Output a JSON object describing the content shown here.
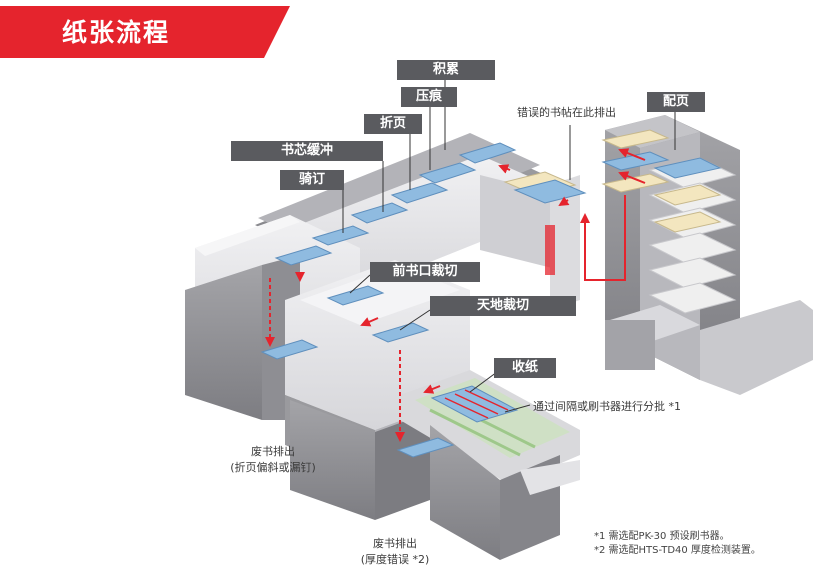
{
  "title": "纸张流程",
  "stages": {
    "stacking": "积累",
    "scoring": "压痕",
    "folding": "折页",
    "book_block_buffer": "书芯缓冲",
    "stitching": "骑订",
    "front_trim": "前书口裁切",
    "head_foot_trim": "天地裁切",
    "delivery": "收纸",
    "collating": "配页"
  },
  "callouts": {
    "misfeed_ejection": "错误的书帖在此排出",
    "batch_marking": "通过间隔或刷书器进行分批 *1",
    "reject_left_line1": "废书排出",
    "reject_left_line2": "(折页偏斜或漏钉)",
    "reject_bottom_line1": "废书排出",
    "reject_bottom_line2": "(厚度错误 *2)"
  },
  "footnotes": {
    "note1": "*1 需选配PK-30 预设刷书器。",
    "note2": "*2 需选配HTS-TD40 厚度检测装置。"
  },
  "colors": {
    "banner_red": "#e5242d",
    "label_bg": "#5a5b5f",
    "sheet_blue": "#8fbbe0",
    "sheet_cream": "#f3e6bf",
    "arrow_red": "#e5242d",
    "machine_light": "#e6e6e8",
    "machine_dark": "#9a9a9e"
  }
}
